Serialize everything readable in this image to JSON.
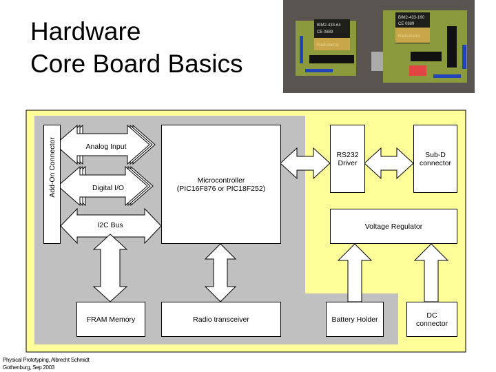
{
  "slide": {
    "title_line1": "Hardware",
    "title_line2": "Core Board Basics",
    "footer_line1": "Physical Prototyping, Albrecht Schmidt",
    "footer_line2": "Gothenburg, Sep 2003"
  },
  "photo": {
    "module_left_label": "BIM2-433-64",
    "module_right_label": "BIM2-433-160",
    "module_cert": "CE 0889",
    "module_brand": "Radiometrix"
  },
  "diagram": {
    "add_on_connector": "Add-On Connector",
    "analog_input": "Analog Input",
    "digital_io": "Digital I/O",
    "i2c_bus": "I2C Bus",
    "microcontroller_line1": "Microcontroller",
    "microcontroller_line2": "(PIC16F876 or PIC18F252)",
    "rs232_line1": "RS232",
    "rs232_line2": "Driver",
    "subd_line1": "Sub-D",
    "subd_line2": "connector",
    "voltage_regulator": "Voltage Regulator",
    "fram_memory": "FRAM Memory",
    "radio_transceiver": "Radio transceiver",
    "battery_holder": "Battery Holder",
    "dc_line1": "DC",
    "dc_line2": "connector"
  },
  "colors": {
    "board_area": "#ffff99",
    "core_area": "#c0c0c0",
    "photo_bg": "#5a5450",
    "pcb": "#8a9a3c"
  }
}
